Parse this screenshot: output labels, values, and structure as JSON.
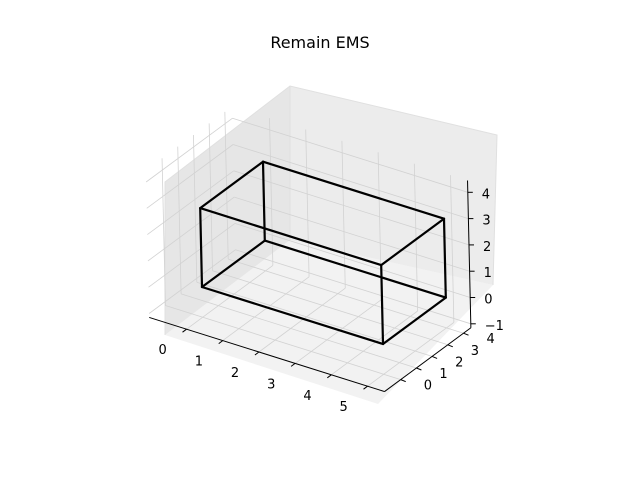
{
  "chart_data": {
    "type": "3d-wireframe",
    "title": "Remain EMS",
    "xlabel": "",
    "ylabel": "",
    "zlabel": "",
    "grid": true,
    "axes": {
      "x": {
        "ticks": [
          "0",
          "1",
          "2",
          "3",
          "4",
          "5"
        ]
      },
      "y": {
        "ticks": [
          "0",
          "1",
          "2",
          "3",
          "4"
        ]
      },
      "z": {
        "ticks": [
          "−1",
          "0",
          "1",
          "2",
          "3",
          "4"
        ]
      }
    },
    "series": [
      {
        "box": {
          "x": [
            0,
            5
          ],
          "y": [
            0,
            4
          ],
          "z": [
            0,
            3
          ]
        }
      }
    ]
  }
}
